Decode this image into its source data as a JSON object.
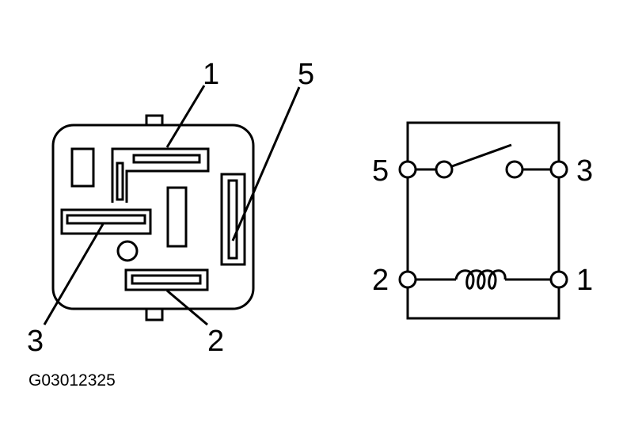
{
  "relay_connector": {
    "pin_1": "1",
    "pin_2": "2",
    "pin_3": "3",
    "pin_5": "5"
  },
  "schematic": {
    "pin_5": "5",
    "pin_3": "3",
    "pin_2": "2",
    "pin_1": "1"
  },
  "figure_id": "G03012325"
}
